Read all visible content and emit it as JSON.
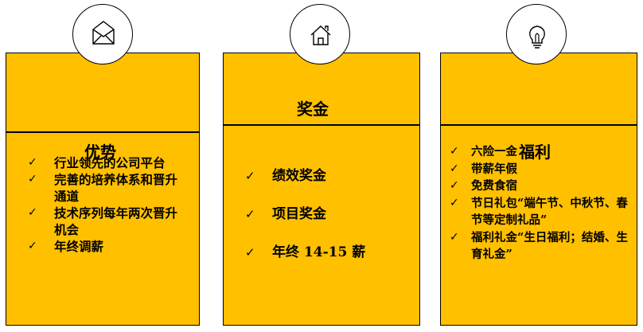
{
  "cards": [
    {
      "icon": "envelope-icon",
      "title": "优势",
      "items": [
        "行业领先的公司平台",
        "完善的培养体系和晋升通道",
        "技术序列每年两次晋升机会",
        "年终调薪"
      ]
    },
    {
      "icon": "house-icon",
      "title": "奖金",
      "items": [
        "绩效奖金",
        "项目奖金",
        "年终 14-15 薪"
      ]
    },
    {
      "icon": "lightbulb-icon",
      "title": "福利",
      "items": [
        "六险一金",
        "带薪年假",
        "免费食宿",
        "节日礼包“端午节、中秋节、春节等定制礼品”",
        "福利礼金“生日福利；结婚、生育礼金”"
      ]
    }
  ],
  "check_mark": "✓",
  "colors": {
    "card_fill": "#FFC000",
    "border": "#000000",
    "background": "#FFFFFF"
  }
}
